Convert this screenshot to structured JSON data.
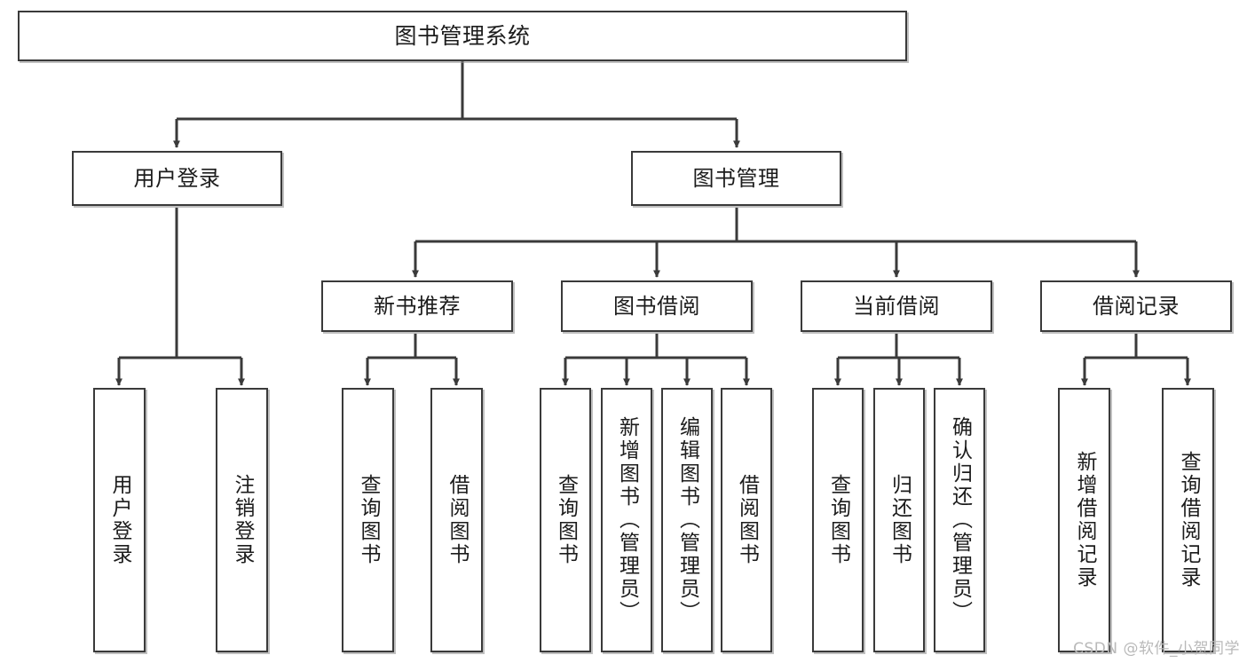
{
  "diagram": {
    "type": "tree",
    "title": "图书管理系统",
    "orientation": "top-down",
    "colors": {
      "box_border": "#3a3a3a",
      "box_fill": "#ffffff",
      "edge": "#3a3a3a",
      "text": "#1c1c1c",
      "watermark": "#b9b9b9"
    },
    "root": {
      "label": "图书管理系统"
    },
    "level2": [
      {
        "label": "用户登录"
      },
      {
        "label": "图书管理"
      }
    ],
    "level3": [
      {
        "label": "新书推荐"
      },
      {
        "label": "图书借阅"
      },
      {
        "label": "当前借阅"
      },
      {
        "label": "借阅记录"
      }
    ],
    "leaves": {
      "user_login": [
        {
          "label": "用户登录"
        },
        {
          "label": "注销登录"
        }
      ],
      "new_book_recommend": [
        {
          "label": "查询图书"
        },
        {
          "label": "借阅图书"
        }
      ],
      "book_borrow": [
        {
          "label": "查询图书"
        },
        {
          "label": "新增图书（管理员）"
        },
        {
          "label": "编辑图书（管理员）"
        },
        {
          "label": "借阅图书"
        }
      ],
      "current_borrow": [
        {
          "label": "查询图书"
        },
        {
          "label": "归还图书"
        },
        {
          "label": "确认归还（管理员）"
        }
      ],
      "borrow_record": [
        {
          "label": "新增借阅记录"
        },
        {
          "label": "查询借阅记录"
        }
      ]
    }
  },
  "watermark": {
    "text": "CSDN @软件_小贺同学"
  }
}
